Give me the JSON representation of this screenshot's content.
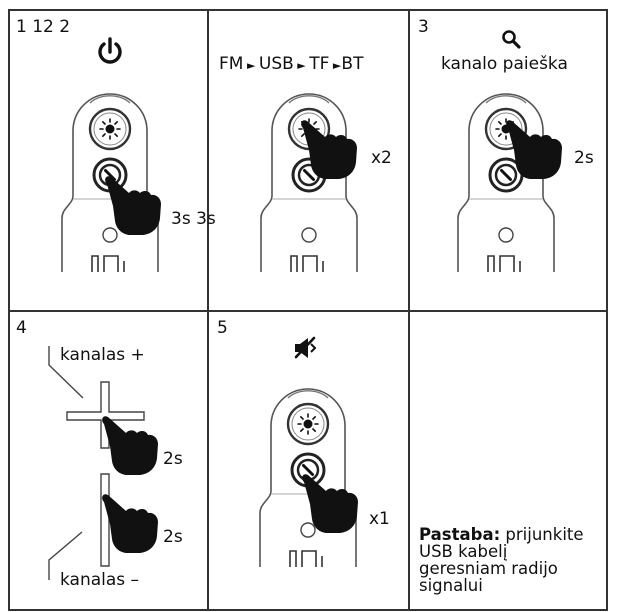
{
  "panels": [
    {
      "label": "1 12 2",
      "icon": "power-icon",
      "hold": "3s 3s"
    },
    {
      "mode_sequence": [
        "FM",
        "USB",
        "TF",
        "BT"
      ],
      "press_count": "x2"
    },
    {
      "label": "3",
      "icon": "search-icon",
      "caption": "kanalo paieška",
      "hold": "2s"
    },
    {
      "label": "4",
      "up_label": "kanalas +",
      "down_label": "kanalas –",
      "hold_up": "2s",
      "hold_down": "2s"
    },
    {
      "label": "5",
      "icon": "mute-icon",
      "press_count": "x1"
    }
  ],
  "note": {
    "title": "Pastaba:",
    "line1": " prijunkite",
    "line2": "USB kabelį",
    "line3": "geresniam radijo",
    "line4": "signalui"
  },
  "colors": {
    "ink": "#111111",
    "frame": "#333333"
  }
}
